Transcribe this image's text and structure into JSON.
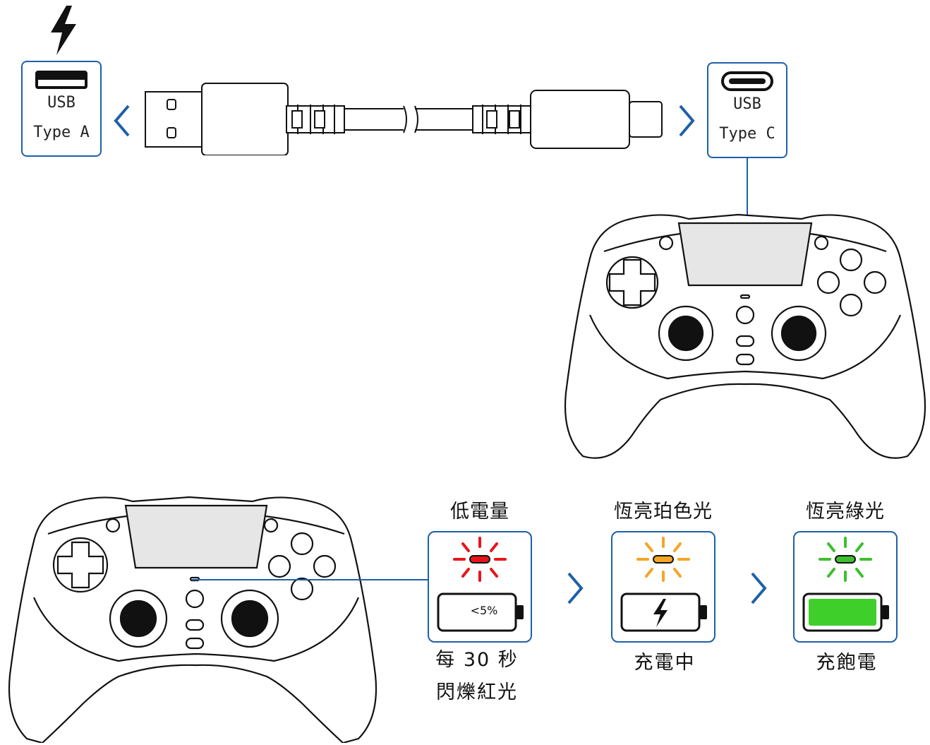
{
  "usb_a": {
    "line1": "USB",
    "line2": "Type A"
  },
  "usb_c": {
    "line1": "USB",
    "line2": "Type C"
  },
  "states": [
    {
      "title": "低電量",
      "battery_text": "<5%",
      "desc_line1": "每 30 秒",
      "desc_line2": "閃爍紅光",
      "light_color": "#e8141b"
    },
    {
      "title": "恆亮珀色光",
      "battery_text": "",
      "desc_line1": "充電中",
      "desc_line2": "",
      "light_color": "#f5a623"
    },
    {
      "title": "恆亮綠光",
      "battery_text": "",
      "desc_line1": "充飽電",
      "desc_line2": "",
      "light_color": "#3dbf2f"
    }
  ],
  "colors": {
    "accent": "#1f5fa8",
    "battery_fill": "#3ecf2a"
  },
  "icons": [
    "lightning-icon",
    "usb-a-port-icon",
    "usb-c-port-icon",
    "chevron-right-icon",
    "chevron-left-icon",
    "battery-icon",
    "controller-illustration"
  ]
}
